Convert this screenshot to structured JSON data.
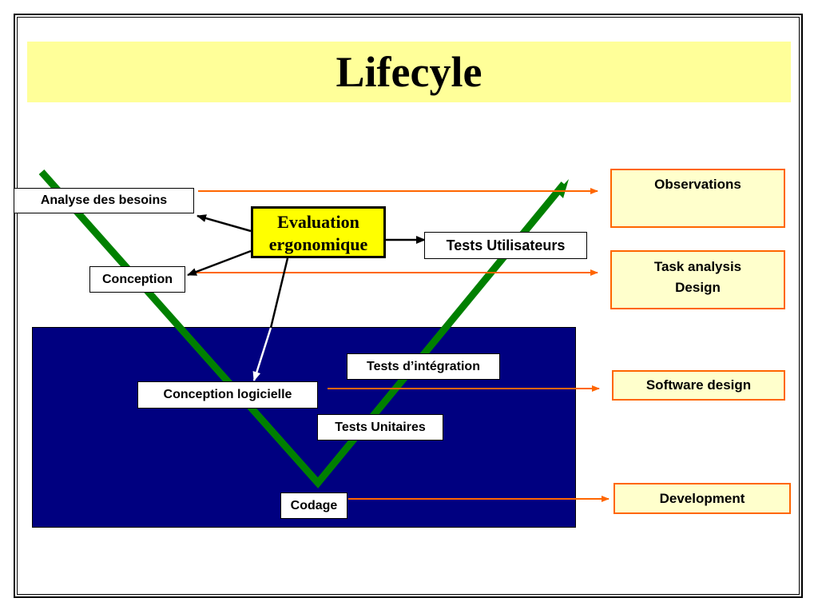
{
  "title": "Lifecyle",
  "evaluation": {
    "line1": "Evaluation",
    "line2": "ergonomique"
  },
  "left_phases": {
    "analyse": "Analyse des besoins",
    "conception": "Conception",
    "conception_logicielle": "Conception logicielle",
    "codage": "Codage"
  },
  "right_phases": {
    "tests_utilisateurs": "Tests Utilisateurs",
    "tests_integration": "Tests d’intégration",
    "tests_unitaires": "Tests Unitaires"
  },
  "outcomes": {
    "observations": "Observations",
    "task_analysis": "Task analysis",
    "design": "Design",
    "software_design": "Software design",
    "development": "Development"
  },
  "colors": {
    "v_line": "#008000",
    "connector": "#ff6600",
    "title_band": "#ffff99",
    "panel": "#000080",
    "evaluation_fill": "#ffff00"
  }
}
